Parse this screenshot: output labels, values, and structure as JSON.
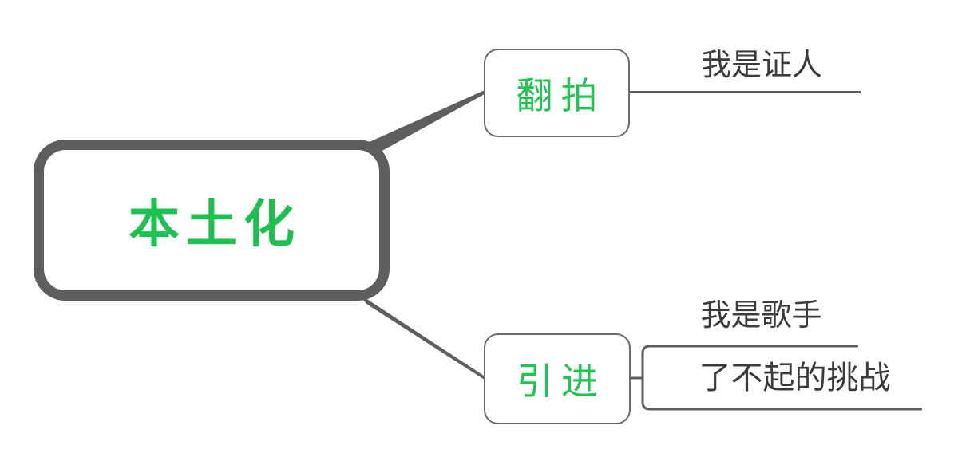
{
  "canvas": {
    "background": "#ffffff"
  },
  "colors": {
    "main_branch_line": "#5e5e5e",
    "subtopic_border": "#6b6b6b",
    "leaf_underline": "#5e5e5e",
    "leaf_text": "#3b3b3b",
    "topic_green": "#1fc052"
  },
  "mindmap": {
    "root": {
      "label": "本土化"
    },
    "branches": [
      {
        "label": "翻拍",
        "children": [
          {
            "label": "我是证人"
          }
        ]
      },
      {
        "label": "引进",
        "children": [
          {
            "label": "我是歌手"
          },
          {
            "label": "了不起的挑战"
          }
        ]
      }
    ]
  }
}
